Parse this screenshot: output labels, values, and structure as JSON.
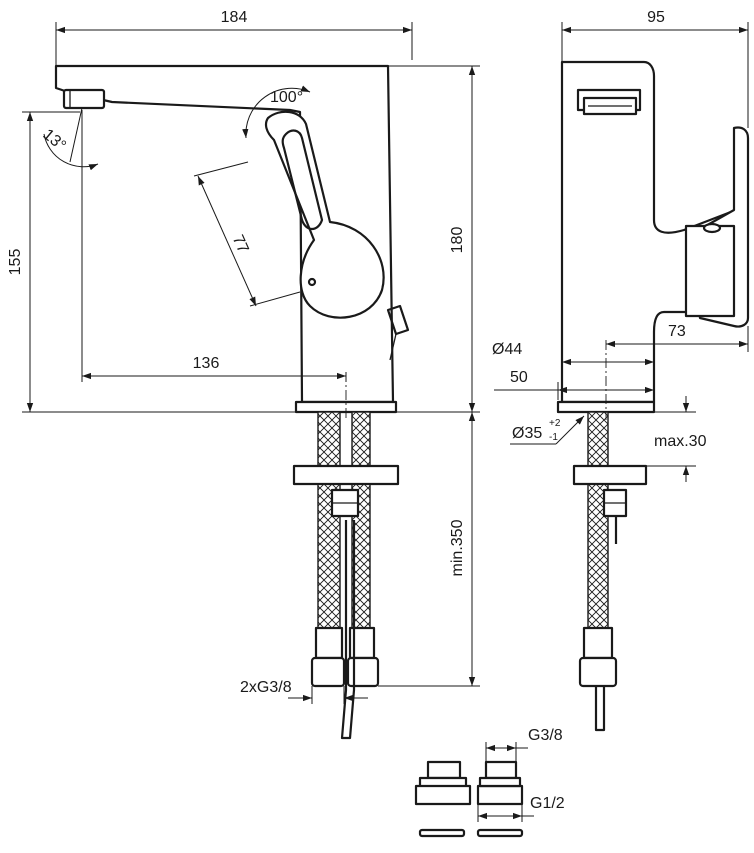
{
  "dimensions": {
    "front_width": "184",
    "front_height": "180",
    "spout_height": "155",
    "spout_reach": "136",
    "lever_length": "77",
    "lever_rotation": "100°",
    "spout_angle": "13°",
    "below_deck": "min.350",
    "connection_thread": "2xG3/8",
    "side_width": "95",
    "side_projection": "73",
    "base_diameter": "Ø44",
    "base_width": "50",
    "hole_diameter": "Ø35",
    "hole_tol_upper": "+2",
    "hole_tol_lower": "-1",
    "deck_thickness": "max.30",
    "adapter_inlet": "G3/8",
    "adapter_outlet": "G1/2"
  }
}
